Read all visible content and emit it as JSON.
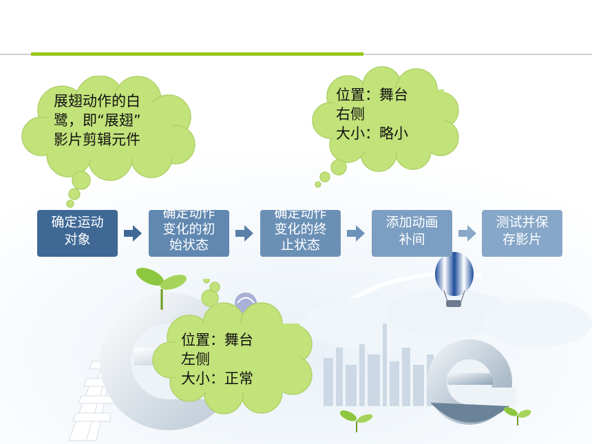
{
  "steps": [
    {
      "label": "确定运动\n对象"
    },
    {
      "label": "确定动作\n变化的初\n始状态"
    },
    {
      "label": "确定动作\n变化的终\n止状态"
    },
    {
      "label": "添加动画\n补间"
    },
    {
      "label": "测试并保\n存影片"
    }
  ],
  "callouts": {
    "top_left": "展翅动作的白\n鹭，即“展翅”\n影片剪辑元件",
    "top_right": "位置：舞台\n右侧\n大小：略小",
    "bottom": "位置：舞台\n左侧\n大小：正常"
  },
  "colors": {
    "accent_green": "#9bc61b",
    "cloud_fill": "#c2e27a",
    "step_dark": "#3f6895",
    "step_light": "#87a7c8"
  },
  "icons": [
    "arrow-right-icon",
    "hot-air-balloon-icon",
    "letter-e-sculpture",
    "sprout-icon",
    "city-skyline"
  ]
}
